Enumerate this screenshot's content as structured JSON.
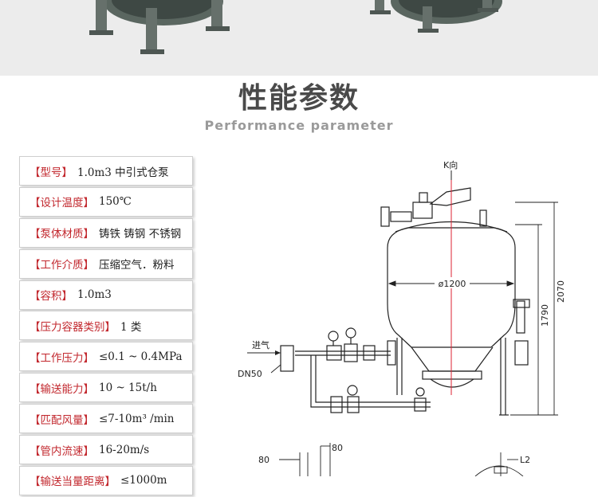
{
  "heading": {
    "title_cn": "性能参数",
    "title_en": "Performance parameter"
  },
  "specs": [
    {
      "key": "【型号】",
      "value": "1.0m3 中引式仓泵"
    },
    {
      "key": "【设计温度】",
      "value": "150℃"
    },
    {
      "key": "【泵体材质】",
      "value": "铸铁 铸钢 不锈钢"
    },
    {
      "key": "【工作介质】",
      "value": "压缩空气．粉料"
    },
    {
      "key": "【容积】",
      "value": "1.0m3"
    },
    {
      "key": "【压力容器类别】",
      "value": "1 类"
    },
    {
      "key": "【工作压力】",
      "value": "≤0.1 ~ 0.4MPa"
    },
    {
      "key": "【输送能力】",
      "value": "10 ~ 15t/h"
    },
    {
      "key": "【匹配风量】",
      "value": "≤7-10m³ /min"
    },
    {
      "key": "【管内流速】",
      "value": "16-20m/s"
    },
    {
      "key": "【输送当量距离】",
      "value": "≤1000m"
    }
  ],
  "drawing": {
    "k_view": "K向",
    "diameter": "ø1200",
    "dim_overall": "2070",
    "dim_body": "1790",
    "air_inlet": "进气",
    "inlet_size": "DN50",
    "dim_left": "80",
    "dim_top": "80",
    "dim_l2": "L2"
  }
}
